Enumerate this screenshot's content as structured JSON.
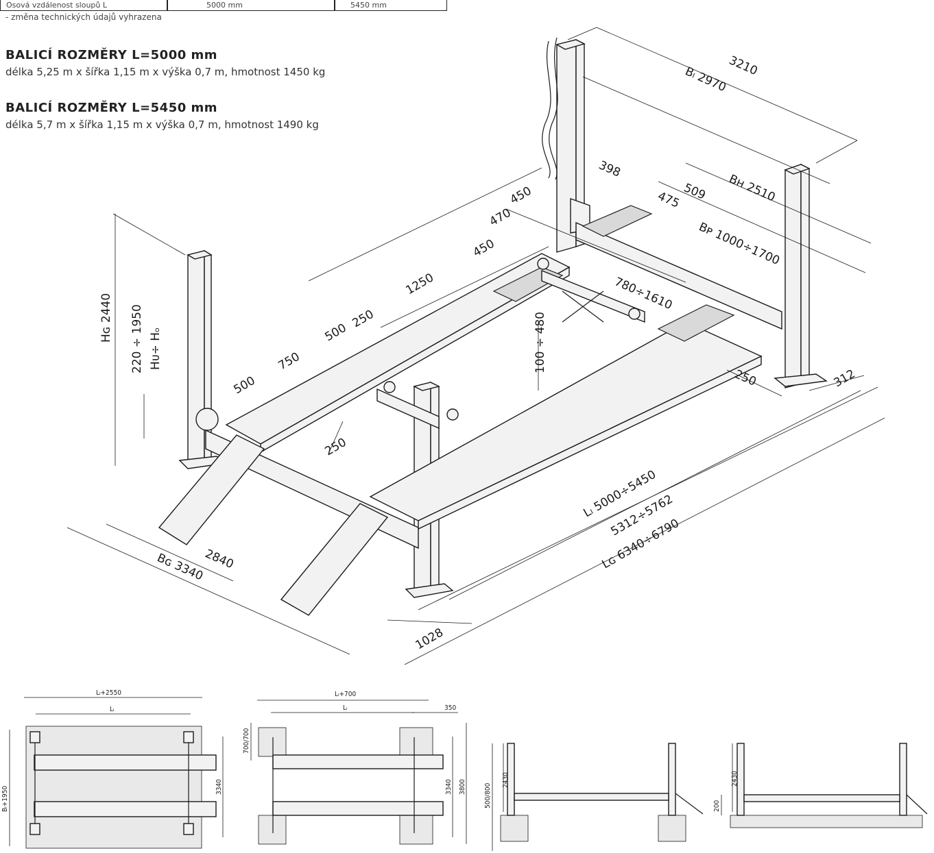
{
  "spec_table": {
    "cells": [
      "Osová vzdálenost sloupů L",
      "5000 mm",
      "5450 mm"
    ]
  },
  "note": "- změna technických údajů vyhrazena",
  "packaging": [
    {
      "title": "BALICÍ ROZMĚRY L=5000 mm",
      "desc": "délka 5,25 m x šířka 1,15 m x výška 0,7 m, hmotnost 1450 kg"
    },
    {
      "title": "BALICÍ ROZMĚRY L=5450 mm",
      "desc": "délka 5,7 m x šířka 1,15 m x výška 0,7 m, hmotnost 1490 kg"
    }
  ],
  "dims": {
    "d3210": "3210",
    "bl": "Bₗ 2970",
    "bh": "Bн 2510",
    "bp": "Bᴘ 1000÷1700",
    "d398": "398",
    "d509": "509",
    "d475": "475",
    "d450a": "450",
    "d470": "470",
    "d450b": "450",
    "d1250": "1250",
    "d780": "780÷1610",
    "d100": "100 ÷ 480",
    "d500a": "500",
    "d250a": "250",
    "d750": "750",
    "d500b": "500",
    "d250b": "250",
    "hg": "Hɢ 2440",
    "hu_range": "220 ÷ 1950",
    "hu": "Hᴜ÷ Hₒ",
    "d250c": "250",
    "d312": "312",
    "ll": "Lₗ 5000÷5450",
    "lmid": "5312÷5762",
    "lg": "Lɢ 6340÷6790",
    "d2840": "2840",
    "bg": "Bɢ 3340",
    "d1028": "1028"
  },
  "views": {
    "v1": {
      "top": "Lₗ+2550",
      "inner": "Lₗ",
      "left": "Bₗ+1950",
      "right": "3340"
    },
    "v2": {
      "top": "Lₗ+700",
      "inner": "Lₗ",
      "d350": "350",
      "left": "700/700",
      "r1": "3340",
      "r2": "3800"
    },
    "v3": {
      "h1": "2430",
      "h2": "500/800"
    },
    "v4": {
      "h1": "2430",
      "h2": "200"
    }
  }
}
